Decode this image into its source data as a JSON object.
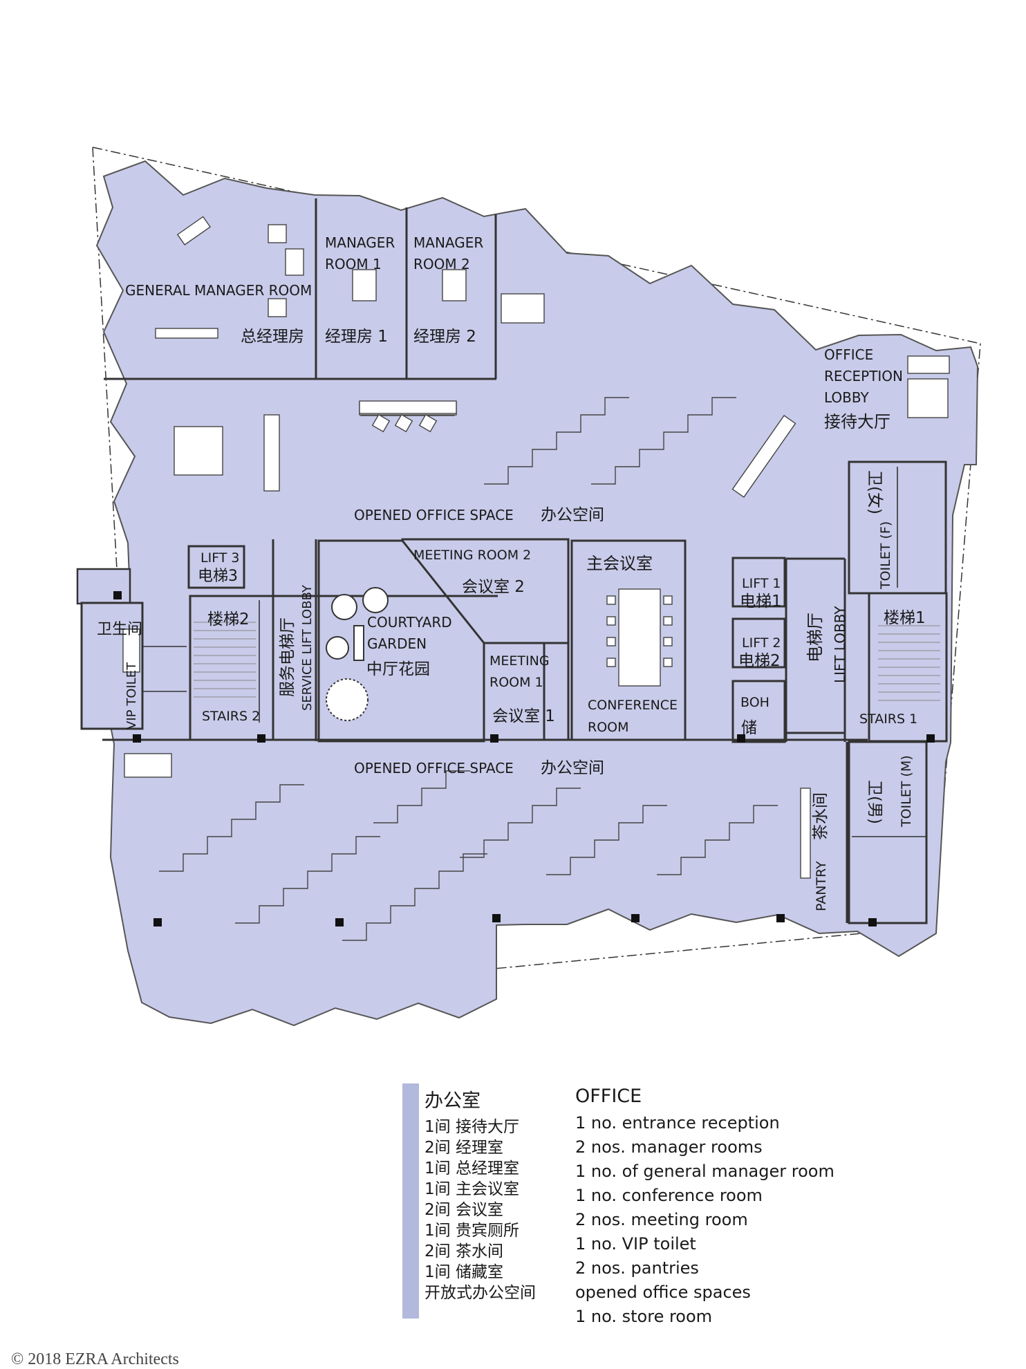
{
  "rooms": {
    "general_manager": {
      "en": "GENERAL MANAGER ROOM",
      "cn": "总经理房"
    },
    "manager1": {
      "en1": "MANAGER",
      "en2": "ROOM 1",
      "cn": "经理房 1"
    },
    "manager2": {
      "en1": "MANAGER",
      "en2": "ROOM 2",
      "cn": "经理房 2"
    },
    "reception": {
      "en1": "OFFICE",
      "en2": "RECEPTION",
      "en3": "LOBBY",
      "cn": "接待大厅"
    },
    "open_office_top": {
      "en": "OPENED OFFICE SPACE",
      "cn": "办公空间"
    },
    "open_office_bottom": {
      "en": "OPENED OFFICE SPACE",
      "cn": "办公空间"
    },
    "lift3": {
      "en": "LIFT 3",
      "cn": "电梯3"
    },
    "service_lift_lobby": {
      "cn": "服务电梯厅",
      "en": "SERVICE LIFT LOBBY"
    },
    "courtyard": {
      "en1": "COURTYARD",
      "en2": "GARDEN",
      "cn": "中厅花园"
    },
    "meeting2": {
      "en": "MEETING ROOM 2",
      "cn": "会议室 2"
    },
    "meeting1": {
      "en1": "MEETING",
      "en2": "ROOM 1",
      "cn": "会议室 1"
    },
    "conference": {
      "cn": "主会议室",
      "en1": "CONFERENCE",
      "en2": "ROOM"
    },
    "lift1": {
      "en": "LIFT 1",
      "cn": "电梯1"
    },
    "lift2": {
      "en": "LIFT 2",
      "cn": "电梯2"
    },
    "lift_lobby": {
      "cn": "电梯厅",
      "en": "LIFT LOBBY"
    },
    "boh": {
      "en": "BOH",
      "cn": "储"
    },
    "stairs1": {
      "cn": "楼梯1",
      "en": "STAIRS 1"
    },
    "stairs2": {
      "cn": "楼梯2",
      "en": "STAIRS 2"
    },
    "toilet_f": {
      "cn": "卫(女)",
      "en": "TOILET (F)"
    },
    "toilet_m": {
      "cn": "卫(男)",
      "en": "TOILET (M)"
    },
    "vip_toilet": {
      "cn": "卫生间",
      "en": "VIP TOILET"
    },
    "pantry": {
      "cn": "茶水间",
      "en": "PANTRY"
    }
  },
  "legend": {
    "cn_title": "办公室",
    "cn_items": [
      "1间 接待大厅",
      "2间 经理室",
      "1间 总经理室",
      "1间 主会议室",
      "2间 会议室",
      "1间 贵宾厕所",
      "2间 茶水间",
      "1间 储藏室",
      "开放式办公空间"
    ],
    "en_title": "OFFICE",
    "en_items": [
      "1 no. entrance reception",
      "2 nos. manager rooms",
      "1 no. of general manager room",
      "1 no. conference room",
      "2 nos. meeting room",
      "1 no. VIP toilet",
      "2 nos. pantries",
      "opened office spaces",
      "1 no. store room"
    ]
  },
  "copyright": "© 2018 EZRA Architects",
  "colors": {
    "floor": "#c8cbe9",
    "legend_bar": "#b3b8dd",
    "wall": "#333333"
  }
}
